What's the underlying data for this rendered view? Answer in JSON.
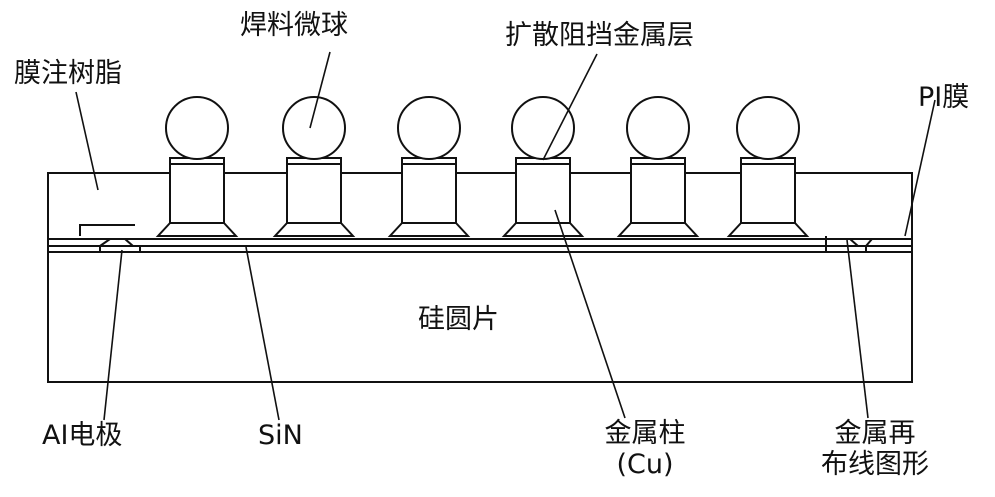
{
  "labels": {
    "solder_ball": "焊料微球",
    "diffusion_barrier": "扩散阻挡金属层",
    "molding_resin": "膜注树脂",
    "pi_film": "PI膜",
    "silicon_wafer": "硅圆片",
    "al_electrode": "AI电极",
    "sin": "SiN",
    "metal_pillar_line1": "金属柱",
    "metal_pillar_line2": "(Cu)",
    "rdl_line1": "金属再",
    "rdl_line2": "布线图形"
  },
  "colors": {
    "stroke": "#111111",
    "background": "#ffffff"
  }
}
